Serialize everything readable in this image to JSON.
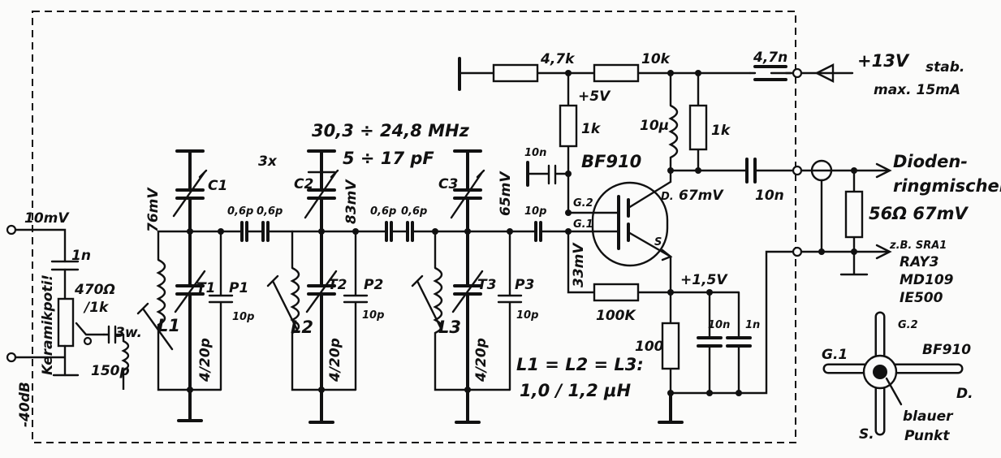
{
  "diagram": {
    "freq_range": "30,3 ÷ 24,8 MHz",
    "cap_range": "5 ÷ 17 pF",
    "times3": "3x",
    "input": {
      "level": "10mV",
      "atten": "-40dB",
      "note": "Keramikpoti!",
      "c_in": "1n",
      "pot": "470Ω",
      "pot2": "/1k",
      "c_cpl": "150p",
      "link": "3w."
    },
    "stages": [
      {
        "cap": "C1",
        "trim": "T1",
        "trim_val": "4/20p",
        "pad": "P1",
        "pad_val": "10p",
        "coil": "L1",
        "level": "76mV"
      },
      {
        "cap": "C2",
        "trim": "T2",
        "trim_val": "4/20p",
        "pad": "P2",
        "pad_val": "10p",
        "coil": "L2",
        "level": "83mV"
      },
      {
        "cap": "C3",
        "trim": "T3",
        "trim_val": "4/20p",
        "pad": "P3",
        "pad_val": "10p",
        "coil": "L3",
        "level": "65mV"
      }
    ],
    "coupling": [
      "0,6p",
      "0,6p",
      "0,6p",
      "0,6p",
      "10p"
    ],
    "coil_note1": "L1 = L2 = L3:",
    "coil_note2": "1,0 / 1,2 μH",
    "transistor": {
      "name": "BF910",
      "g1": "G.1",
      "g2": "G.2",
      "d": "D.",
      "s": "S.",
      "drain_level": "67mV",
      "gate_level": "33mV"
    },
    "bias": {
      "r_supply": "4,7k",
      "r_drain": "10k",
      "c_supply": "4,7n",
      "v5": "+5V",
      "r_g2": "1k",
      "c_g2": "10n",
      "choke": "10μ",
      "r_load": "1k",
      "c_out": "10n",
      "r_g1": "100K",
      "v_source": "+1,5V",
      "r_source": "100",
      "c_s1": "10n",
      "c_s2": "1n"
    },
    "supply": {
      "voltage": "+13V",
      "sub": "stab.",
      "current": "max. 15mA"
    },
    "output": {
      "label1": "Dioden-",
      "label2": "ringmischer",
      "load": "56Ω 67mV",
      "examples": [
        "z.B. SRA1",
        "RAY3",
        "MD109",
        "IE500"
      ]
    },
    "pinout": {
      "name": "BF910",
      "g1": "G.1",
      "g2": "G.2",
      "d": "D.",
      "s": "S.",
      "dot1": "blauer",
      "dot2": "Punkt"
    }
  }
}
